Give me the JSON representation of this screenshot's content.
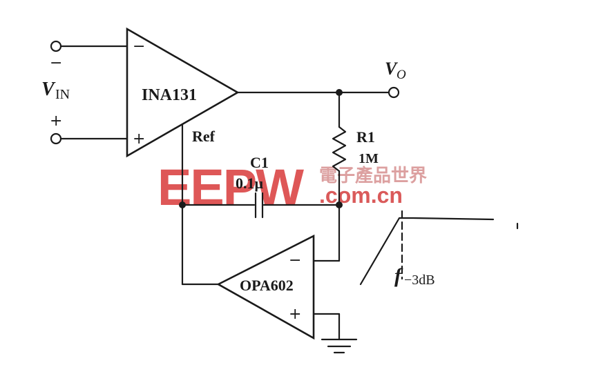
{
  "components": {
    "in_amp": {
      "name": "INA131",
      "ref_label": "Ref",
      "inv": "−",
      "noninv": "+"
    },
    "opamp": {
      "name": "OPA602",
      "inv": "−",
      "noninv": "+"
    },
    "capacitor": {
      "name": "C1",
      "value": "0.1μ"
    },
    "resistor": {
      "name": "R1",
      "value": "1M"
    }
  },
  "input": {
    "label": "V",
    "subscript": "IN",
    "minus": "−",
    "plus": "+"
  },
  "output": {
    "label": "V",
    "subscript": "O"
  },
  "response": {
    "label": "f",
    "subscript": "−3dB"
  },
  "watermark": {
    "logo": "EEPW",
    "cn": "電子產品世界",
    "url": ".com.cn",
    "colors": {
      "logo": "#d83a3a",
      "cn": "#dca0a0",
      "url": "#d64848"
    }
  }
}
